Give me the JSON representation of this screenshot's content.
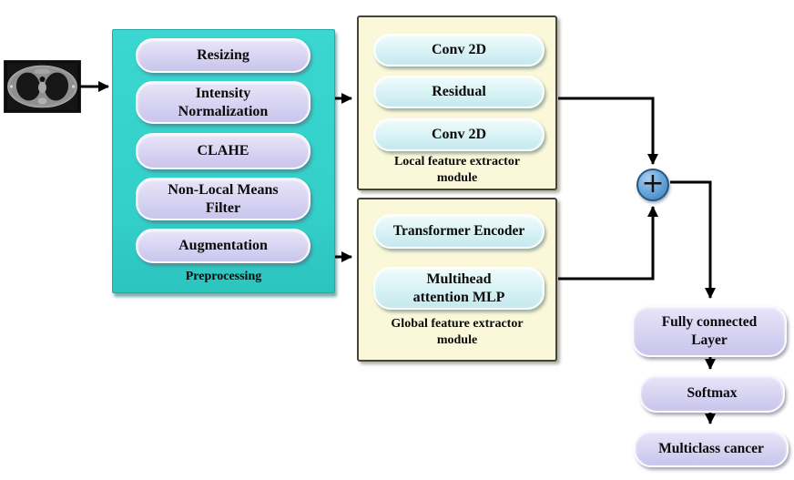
{
  "diagram": {
    "input": {
      "icon": "ct-scan-image"
    },
    "preprocessing": {
      "label": "Preprocessing",
      "items": [
        {
          "label": "Resizing"
        },
        {
          "label": "Intensity Normalization"
        },
        {
          "label": "CLAHE"
        },
        {
          "label": "Non-Local Means Filter"
        },
        {
          "label": "Augmentation"
        }
      ]
    },
    "local_module": {
      "caption": "Local feature extractor module",
      "items": [
        {
          "label": "Conv 2D"
        },
        {
          "label": "Residual"
        },
        {
          "label": "Conv 2D"
        }
      ]
    },
    "global_module": {
      "caption": "Global feature extractor module",
      "items": [
        {
          "label": "Transformer Encoder"
        },
        {
          "label": "Multihead attention MLP"
        }
      ]
    },
    "fusion": {
      "symbol": "+"
    },
    "output_chain": [
      {
        "label": "Fully connected Layer"
      },
      {
        "label": "Softmax"
      },
      {
        "label": "Multiclass cancer"
      }
    ],
    "colors": {
      "preprocessing_bg": "#33cfc9",
      "module_bg": "#faf8d8",
      "pill_lavender": "#d7d3f2",
      "pill_cyan": "#d7f2f5",
      "fusion_blue": "#5b9bd5",
      "arrow": "#000000",
      "text": "#0b0b0b"
    }
  }
}
